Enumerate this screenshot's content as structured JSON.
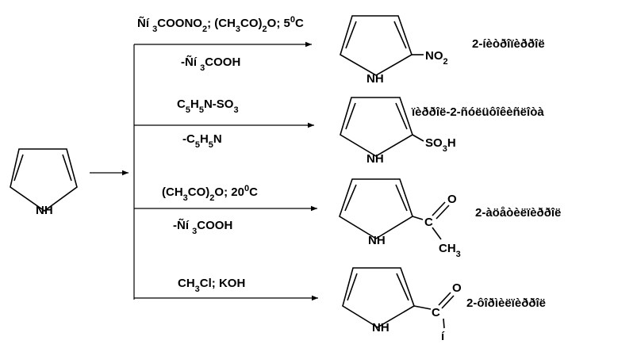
{
  "starting_material": {
    "nh": "NH"
  },
  "reactions": [
    {
      "above": "Ñí 3COONO2; (CH3CO)2O; 50C",
      "below": "-Ñí 3COOH",
      "product_substituent": "NO2",
      "product_nh": "NH",
      "product_name": "2-íèòðîïèððîë"
    },
    {
      "above": "C5H5N-SO3",
      "below": "-C5H5N",
      "product_substituent": "SO3H",
      "product_nh": "NH",
      "product_name": "ïèððîë-2-ñóëüôîêèñëîòà"
    },
    {
      "above": "(CH3CO)2O; 200C",
      "below": "-Ñí 3COOH",
      "product_o": "O",
      "product_c": "C",
      "product_ch3": "CH3",
      "product_nh": "NH",
      "product_name": "2-àöåòèëïèððîë"
    },
    {
      "above": "CH3Cl; KOH",
      "product_o": "O",
      "product_c": "C",
      "product_h": "í",
      "product_nh": "NH",
      "product_name": "2-ôîðìèëïèððîë"
    }
  ]
}
